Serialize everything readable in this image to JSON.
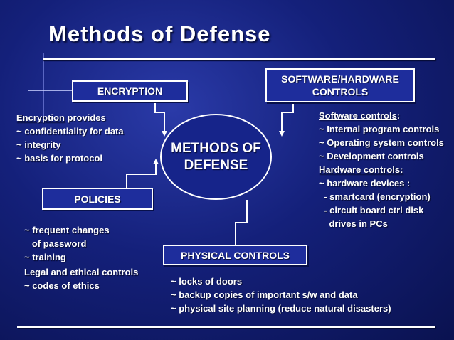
{
  "title": "Methods of Defense",
  "center": {
    "line1": "METHODS OF",
    "line2": "DEFENSE"
  },
  "encryption": {
    "box_label": "ENCRYPTION",
    "heading": "Encryption",
    "heading_suffix": " provides",
    "items": [
      "~ confidentiality for data",
      "~ integrity",
      "~ basis for protocol"
    ]
  },
  "software_hardware": {
    "box_line1": "SOFTWARE/HARDWARE",
    "box_line2": "CONTROLS",
    "software_heading": "Software controls",
    "software_colon": ":",
    "software_items": [
      "~ Internal program controls",
      "~ Operating system controls",
      "~ Development controls"
    ],
    "hardware_heading": "Hardware controls:",
    "hardware_items": [
      "~ hardware devices :",
      "  - smartcard (encryption)",
      "  - circuit board ctrl disk",
      "    drives in PCs"
    ]
  },
  "policies": {
    "box_label": "POLICIES",
    "items": [
      "~ frequent changes",
      "   of password",
      "~ training"
    ],
    "legal_items": [
      "Legal and ethical controls",
      "~ codes of ethics"
    ]
  },
  "physical": {
    "box_label": "PHYSICAL CONTROLS",
    "items": [
      "~ locks of doors",
      "~ backup copies of important s/w and data",
      "~ physical site planning (reduce natural disasters)"
    ]
  }
}
